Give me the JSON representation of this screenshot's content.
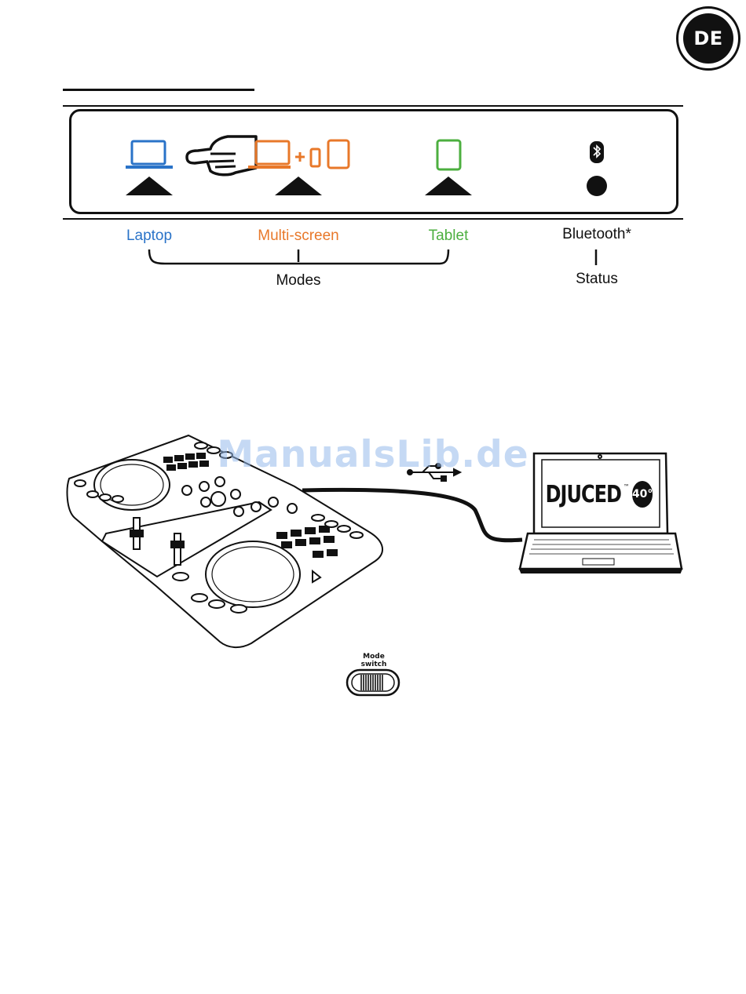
{
  "badge": {
    "language": "DE"
  },
  "mode_panel": {
    "modes": [
      {
        "label": "Laptop",
        "color": "#2a73c8"
      },
      {
        "label": "Multi-screen",
        "color": "#e8782a"
      },
      {
        "label": "Tablet",
        "color": "#4caf3f"
      }
    ],
    "bluetooth_label": "Bluetooth*",
    "status_label": "Status",
    "group_label": "Modes"
  },
  "watermark": "ManualsLib.de",
  "laptop_screen": {
    "brand": "DJUCED",
    "trademark": "™",
    "version": "40°"
  },
  "mode_switch": {
    "caption_line1": "Mode",
    "caption_line2": "switch"
  },
  "colors": {
    "laptop_blue": "#2a73c8",
    "multiscreen_orange": "#e8782a",
    "tablet_green": "#4caf3f",
    "ink": "#111111"
  }
}
